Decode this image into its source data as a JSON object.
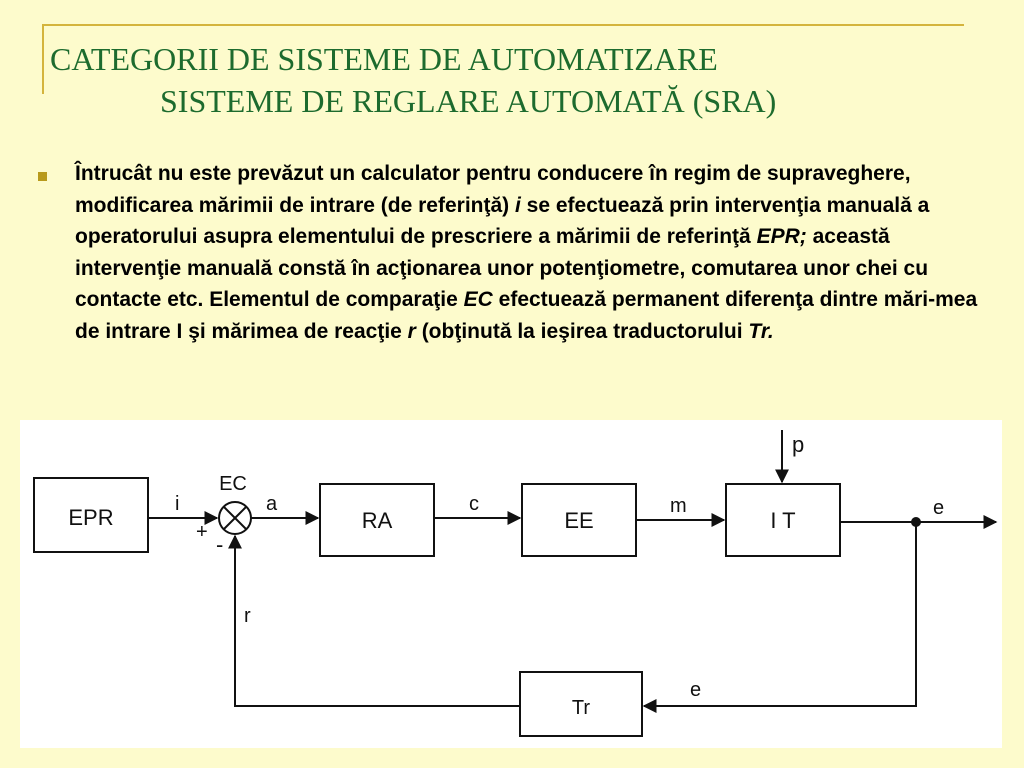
{
  "slide": {
    "title_line1": "CATEGORII DE SISTEME DE AUTOMATIZARE",
    "title_line2": "SISTEME DE REGLARE AUTOMATĂ (SRA)",
    "paragraph": {
      "t1": "Întrucât nu este prevăzut un calculator pentru conducere în regim de supraveghere, modificarea mărimii de intrare (de referinţă) ",
      "i1": "i",
      "t2": " se efectuează prin intervenţia manuală a operatorului asupra elementului de prescriere a mărimii de referinţă ",
      "i2": "EPR;",
      "t3": " această intervenţie manuală constă în acţionarea unor potenţiometre, comutarea unor chei cu contacte etc. Elementul de comparaţie ",
      "i3": "EC",
      "t4": " efectuează permanent diferenţa dintre mări-mea de intrare I şi mărimea de reacţie ",
      "i4": "r",
      "t5": " (obţinută la ieşirea traductorului ",
      "i5": "Tr."
    }
  },
  "diagram": {
    "blocks": {
      "epr": "EPR",
      "ra": "RA",
      "ee": "EE",
      "it": "I T",
      "tr": "Tr"
    },
    "comparator": "EC",
    "signals": {
      "i": "i",
      "a": "a",
      "c": "c",
      "m": "m",
      "e_out": "e",
      "p": "p",
      "r": "r",
      "e_feedback": "e",
      "plus": "+",
      "minus": "-"
    }
  },
  "colors": {
    "background": "#fdfbcc",
    "title": "#1d6b2e",
    "frame": "#d4b43c",
    "bullet": "#b89a1c"
  }
}
